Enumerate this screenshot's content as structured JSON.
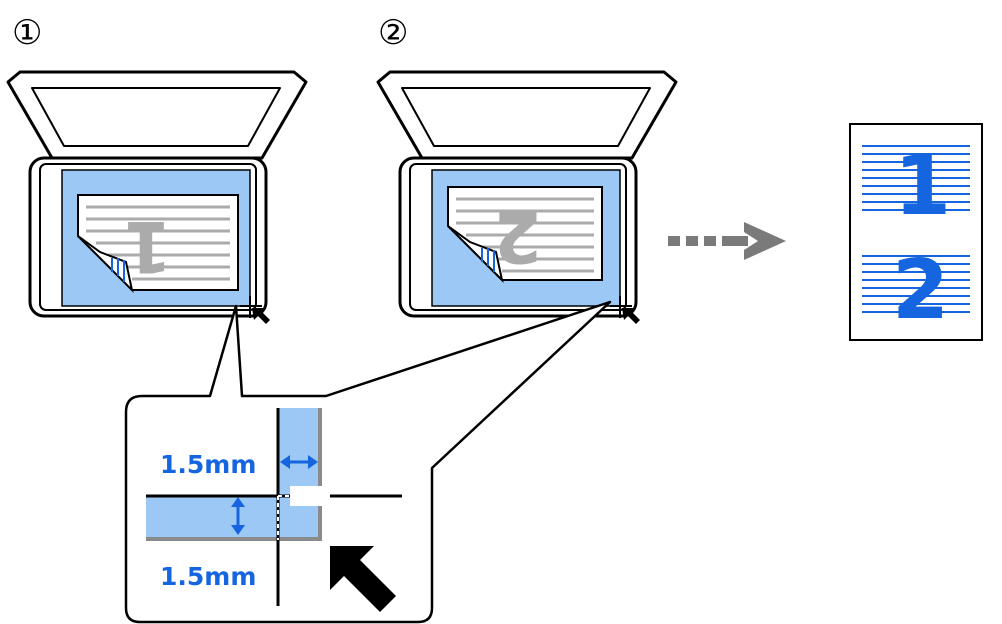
{
  "steps": [
    {
      "number": "①",
      "page_digit": "1"
    },
    {
      "number": "②",
      "page_digit": "2"
    }
  ],
  "detail": {
    "horizontal_margin_label": "1.5mm",
    "vertical_margin_label": "1.5mm"
  },
  "result": {
    "digits": [
      "1",
      "2"
    ]
  },
  "colors": {
    "platen_blue": "#9cc8f5",
    "accent_blue": "#1565e0",
    "arrow_gray": "#7a7a7a",
    "page_gray": "#ababab"
  },
  "icons": [
    "corner-mark-arrow-icon",
    "flow-arrow-icon",
    "double-arrow-icon"
  ]
}
